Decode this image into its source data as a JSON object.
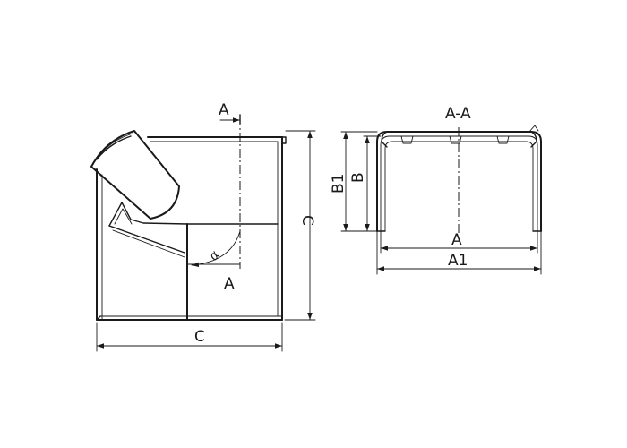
{
  "labels": {
    "section_top": "A",
    "section_bottom": "A",
    "dim_c_horizontal": "C",
    "dim_c_vertical": "C",
    "angle": "α",
    "section_title": "A-A",
    "dim_b1": "B1",
    "dim_b": "B",
    "dim_a": "A",
    "dim_a1": "A1"
  }
}
